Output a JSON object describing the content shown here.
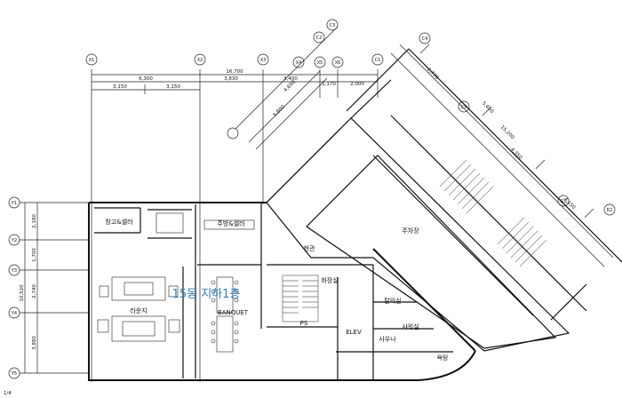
{
  "overlay_title": "15동 지하1층",
  "sheet_mark": "1/4",
  "rooms": {
    "storage": "창고&셀러",
    "service": "주방&셀러",
    "lounge": "라운지",
    "banquet": "BANQUET",
    "hall": "현관",
    "parking": "주차장",
    "wc": "화장실",
    "elev": "ELEV",
    "sauna": "사우나",
    "shower": "샤워실",
    "bath": "욕탕",
    "dressing": "탈의실",
    "utility": "PS"
  },
  "dimensions": {
    "total_width": "16,700",
    "seg1": "6,300",
    "seg1a": "3,150",
    "seg1b": "3,150",
    "seg2": "3,830",
    "seg3": "3,400",
    "seg4": "1,170",
    "seg5": "2,000",
    "total_height": "10,520",
    "h1": "2,180",
    "h2": "1,700",
    "h3": "2,740",
    "h4": "3,880",
    "diag_total": "15,200",
    "diag1": "2,770",
    "diag2": "5,650",
    "diag3": "4,350",
    "diag4": "4,150",
    "diag_left1": "5,800",
    "diag_left2": "4,650"
  },
  "grid_bubbles": {
    "x1": "X1",
    "x2": "X2",
    "x3": "X3",
    "x4": "X4",
    "x5": "X5",
    "x6": "X6",
    "y1": "Y1",
    "y2": "Y2",
    "y3": "Y3",
    "y4": "Y4",
    "y5": "Y5",
    "c1": "C1",
    "c2": "C2",
    "c3": "C3",
    "c4": "C4",
    "c5": "C5",
    "r1": "R1",
    "r2": "R2"
  }
}
